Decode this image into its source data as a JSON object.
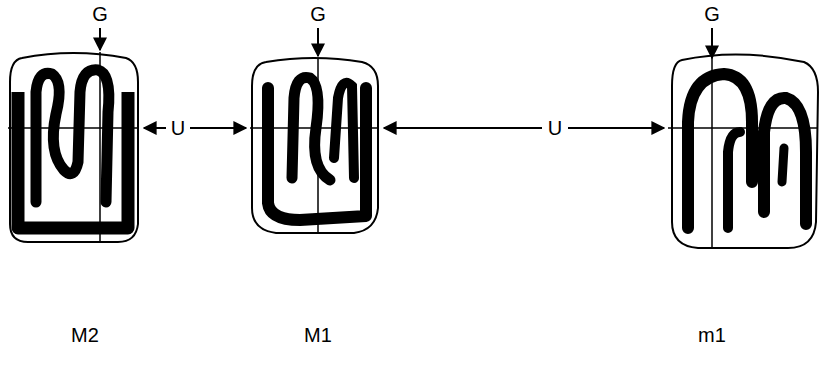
{
  "diagram": {
    "labels": [
      "G",
      "G",
      "G",
      "U",
      "U",
      "M2",
      "M1",
      "m1"
    ]
  }
}
